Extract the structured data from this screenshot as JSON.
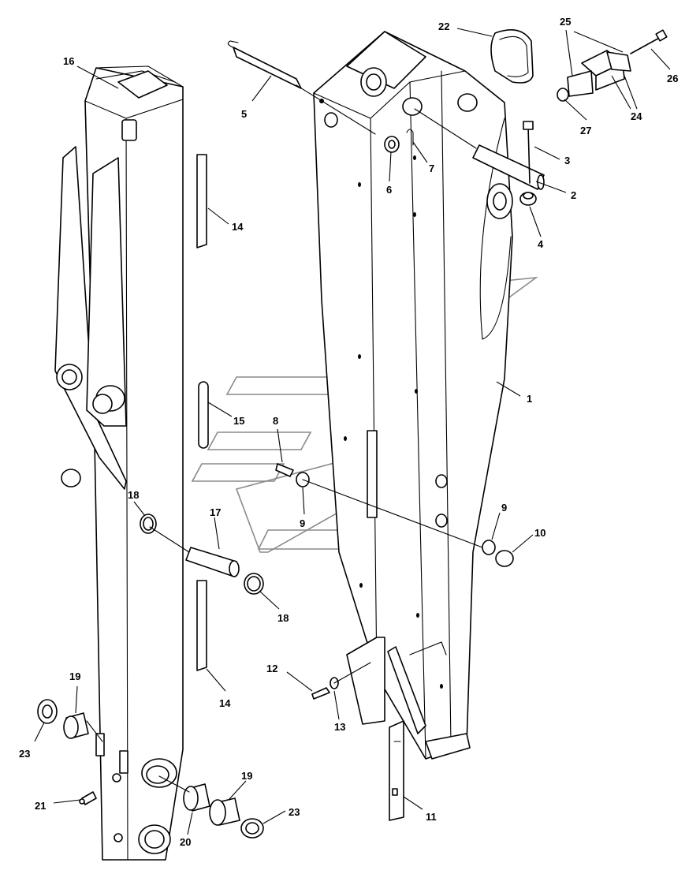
{
  "labels": {
    "l1": "1",
    "l2": "2",
    "l3": "3",
    "l4": "4",
    "l5": "5",
    "l6": "6",
    "l7": "7",
    "l8": "8",
    "l9a": "9",
    "l9b": "9",
    "l10": "10",
    "l11": "11",
    "l12": "12",
    "l13": "13",
    "l14a": "14",
    "l14b": "14",
    "l15": "15",
    "l16": "16",
    "l17": "17",
    "l18a": "18",
    "l18b": "18",
    "l19a": "19",
    "l19b": "19",
    "l20": "20",
    "l21": "21",
    "l22": "22",
    "l23a": "23",
    "l23b": "23",
    "l24": "24",
    "l25": "25",
    "l26": "26",
    "l27": "27"
  }
}
